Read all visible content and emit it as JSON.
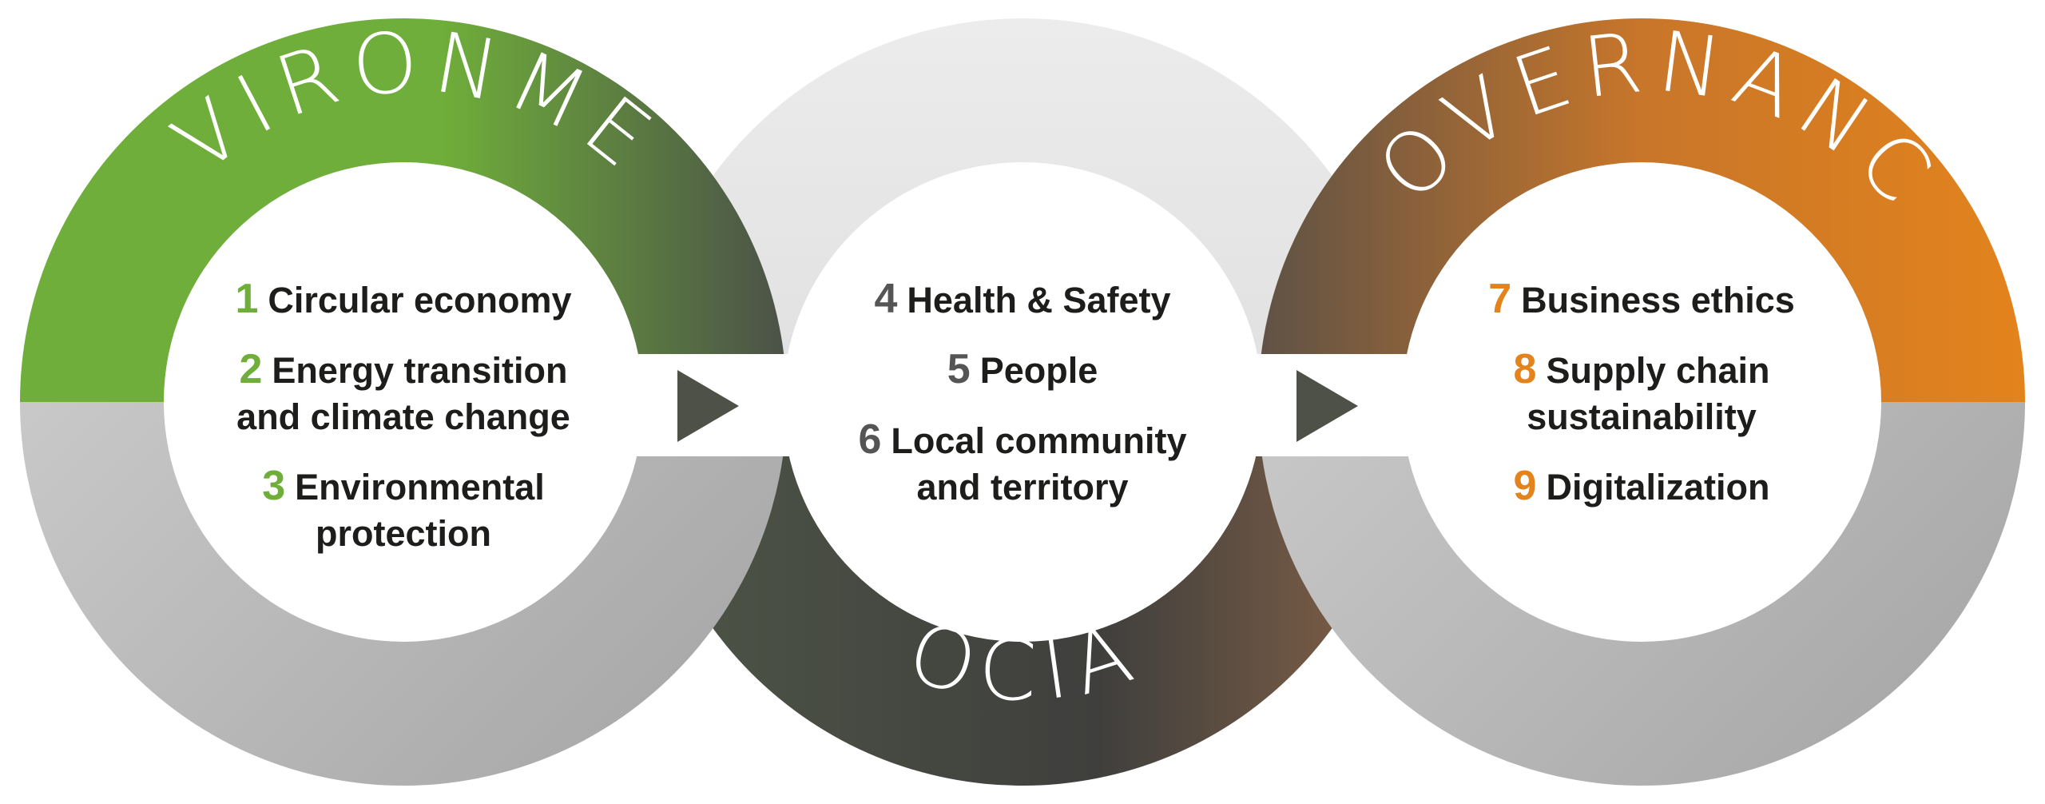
{
  "pillars": [
    {
      "id": "environment",
      "title": "ENVIRONMENT",
      "accent": "#6fae3a",
      "items": [
        {
          "number": "1",
          "label": "Circular economy"
        },
        {
          "number": "2",
          "label": "Energy transition\nand climate change"
        },
        {
          "number": "3",
          "label": "Environmental\nprotection"
        }
      ]
    },
    {
      "id": "social",
      "title": "SOCIAL",
      "accent": "#4a4a47",
      "items": [
        {
          "number": "4",
          "label": "Health & Safety"
        },
        {
          "number": "5",
          "label": "People"
        },
        {
          "number": "6",
          "label": "Local community\nand territory"
        }
      ]
    },
    {
      "id": "governance",
      "title": "GOVERNANCE",
      "accent": "#e3831c",
      "items": [
        {
          "number": "7",
          "label": "Business ethics"
        },
        {
          "number": "8",
          "label": "Supply chain\nsustainability"
        },
        {
          "number": "9",
          "label": "Digitalization"
        }
      ]
    }
  ],
  "connectors": [
    "play-arrow-icon",
    "play-arrow-icon"
  ]
}
